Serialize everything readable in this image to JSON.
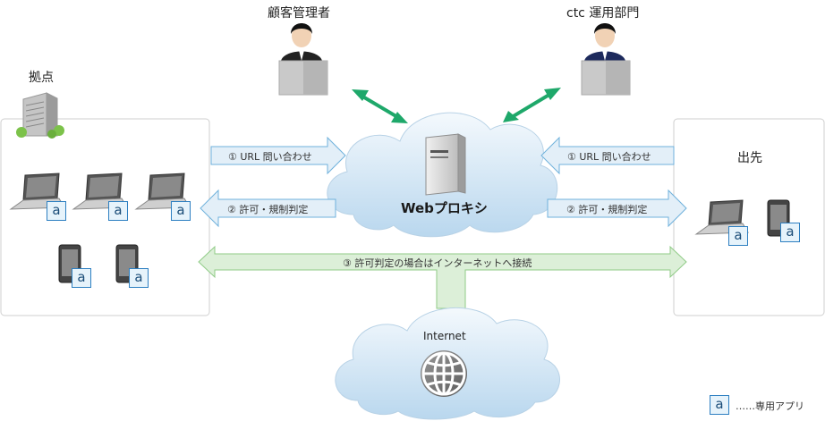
{
  "locations": {
    "base_label": "拠点",
    "branch_label": "出先"
  },
  "people": {
    "customer_admin": "顧客管理者",
    "ctc_ops": "ctc 運用部門"
  },
  "proxy": {
    "label": "Webプロキシ"
  },
  "internet": {
    "label": "Internet"
  },
  "flows": {
    "inquiry_left": "① URL 問い合わせ",
    "inquiry_right": "① URL 問い合わせ",
    "decision_left": "② 許可・規制判定",
    "decision_right": "② 許可・規制判定",
    "connect": "③ 許可判定の場合はインターネットへ接続"
  },
  "app_badge": "a",
  "legend": {
    "badge": "a",
    "text": "……専用アプリ"
  },
  "colors": {
    "flow_arrow_fill": "#e3eff8",
    "flow_arrow_stroke": "#6fb1dc",
    "connect_arrow_fill": "#dcefd8",
    "connect_arrow_stroke": "#6dbd63",
    "admin_arrow": "#1ea86a",
    "cloud_fill": "#d9ebf7"
  }
}
